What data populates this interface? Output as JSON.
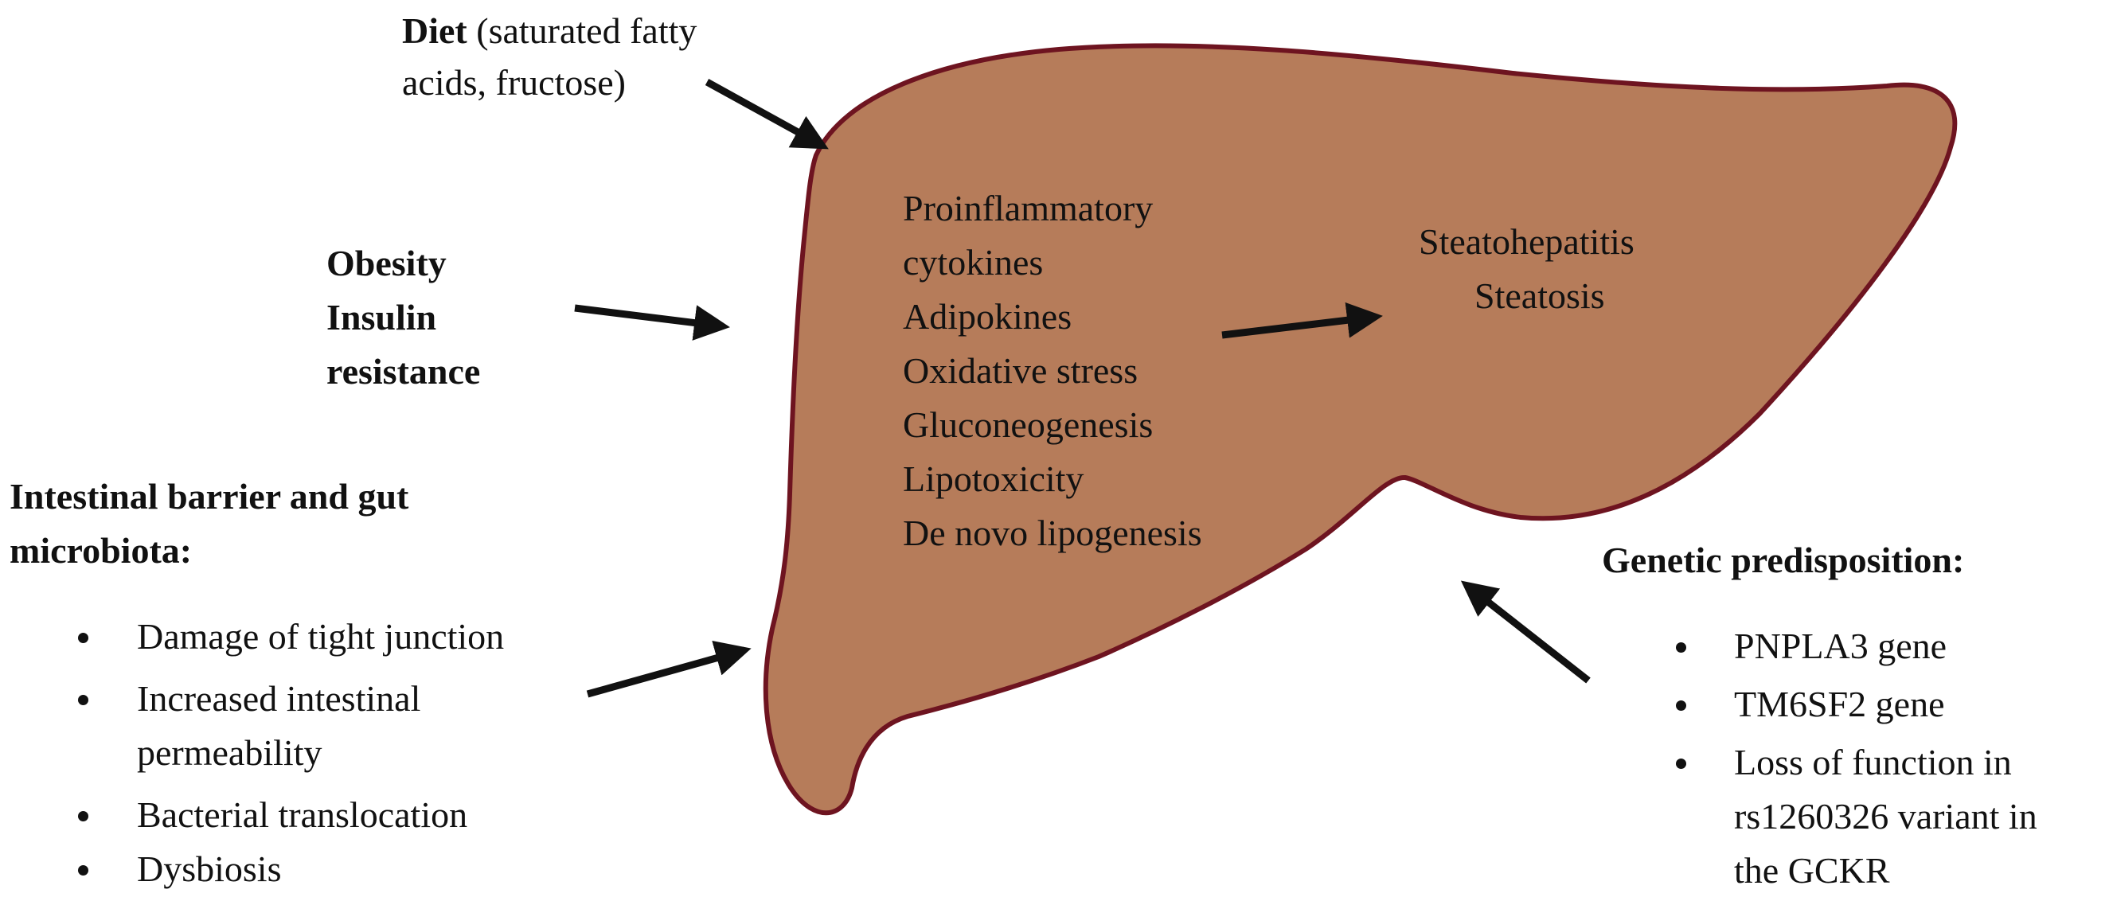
{
  "colors": {
    "liver_fill": "#b67c5a",
    "liver_outline": "#6e1420",
    "arrow": "#111111",
    "text": "#111111"
  },
  "diet": {
    "bold": "Diet",
    "line1_rest": " (saturated fatty",
    "line2": "acids, fructose)"
  },
  "obesity": {
    "line1": "Obesity",
    "line2": "Insulin",
    "line3": "resistance"
  },
  "intestinal": {
    "title_line1": "Intestinal barrier and gut",
    "title_line2": "microbiota:",
    "items": [
      "Damage of tight junction",
      "Increased intestinal",
      "permeability",
      "Bacterial translocation",
      "Dysbiosis"
    ]
  },
  "mechanisms": [
    "Proinflammatory",
    "cytokines",
    "Adipokines",
    "Oxidative stress",
    "Gluconeogenesis",
    "Lipotoxicity",
    "De novo lipogenesis"
  ],
  "outcomes": [
    "Steatohepatitis",
    "Steatosis"
  ],
  "genetic": {
    "title": "Genetic predisposition:",
    "items": [
      "PNPLA3 gene",
      "TM6SF2 gene",
      "Loss of function in",
      "rs1260326 variant in",
      "the GCKR"
    ]
  }
}
